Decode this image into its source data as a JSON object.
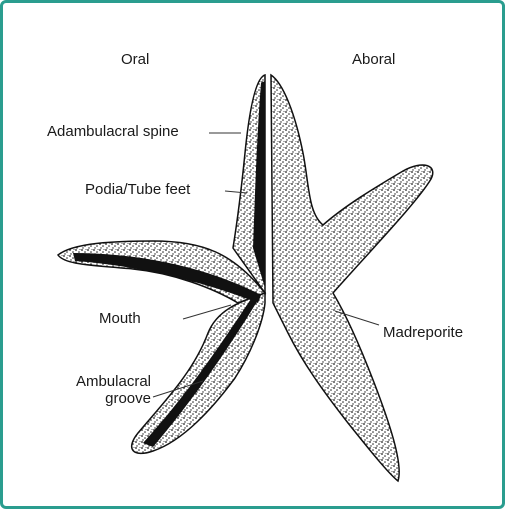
{
  "diagram": {
    "side_titles": {
      "oral": "Oral",
      "aboral": "Aboral"
    },
    "labels": {
      "adambulacral_spine": "Adambulacral spine",
      "podia": "Podia/Tube feet",
      "mouth": "Mouth",
      "ambulacral_groove_line1": "Ambulacral",
      "ambulacral_groove_line2": "groove",
      "madreporite": "Madreporite"
    },
    "colors": {
      "border": "#2a9d8f",
      "ink": "#111111",
      "body_fill": "#d9d9d9"
    }
  }
}
